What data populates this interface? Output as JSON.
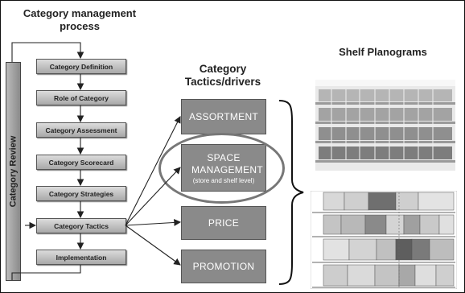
{
  "process": {
    "title": "Category management process",
    "review_label": "Category Review",
    "steps": [
      "Category Definition",
      "Role of Category",
      "Category Assessment",
      "Category Scorecard",
      "Category Strategies",
      "Category Tactics",
      "Implementation"
    ]
  },
  "tactics": {
    "title": "Category Tactics/drivers",
    "items": [
      {
        "label": "ASSORTMENT",
        "sub": ""
      },
      {
        "label": "SPACE MANAGEMENT",
        "sub": "(store and shelf level)"
      },
      {
        "label": "PRICE",
        "sub": ""
      },
      {
        "label": "PROMOTION",
        "sub": ""
      }
    ],
    "highlighted": "SPACE MANAGEMENT"
  },
  "planograms": {
    "title": "Shelf Planograms"
  },
  "colors": {
    "step_fill": "#c0c0c0",
    "tactic_fill": "#8a8a8a",
    "ellipse": "#777777"
  }
}
